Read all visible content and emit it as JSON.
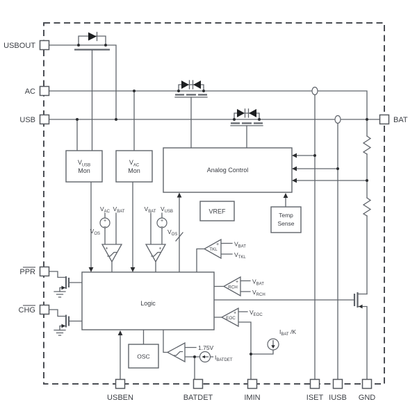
{
  "diagram": {
    "pins": {
      "usbout": "USBOUT",
      "ac": "AC",
      "usb": "USB",
      "ppr": "PPR",
      "chg": "CHG",
      "bat": "BAT",
      "usben": "USBEN",
      "batdet": "BATDET",
      "imin": "IMIN",
      "iset": "ISET",
      "iusb": "IUSB",
      "gnd": "GND"
    },
    "blocks": {
      "vusb_mon": {
        "base": "V",
        "sub": "USB",
        "line2": "Mon"
      },
      "vac_mon": {
        "base": "V",
        "sub": "AC",
        "line2": "Mon"
      },
      "analog_control": "Analog Control",
      "vref": "VREF",
      "temp_sense": {
        "line1": "Temp",
        "line2": "Sense"
      },
      "logic": "Logic",
      "osc": "OSC"
    },
    "comparators": {
      "tkl": "TKL",
      "rch": "RCH",
      "eoc": "EOC"
    },
    "signals": {
      "v_ac": {
        "base": "V",
        "sub": "AC"
      },
      "v_bat": {
        "base": "V",
        "sub": "BAT"
      },
      "v_usb": {
        "base": "V",
        "sub": "USB"
      },
      "v_os": {
        "base": "V",
        "sub": "OS"
      },
      "v_tkl": {
        "base": "V",
        "sub": "TKL"
      },
      "v_rch": {
        "base": "V",
        "sub": "RCH"
      },
      "v_eoc": {
        "base": "V",
        "sub": "EOC"
      },
      "i_batdet": {
        "base": "I",
        "sub": "BATDET"
      },
      "i_bat_k": {
        "base": "I",
        "sub": "BAT",
        "suffix": " /K"
      },
      "ref_1v75": "1.75V",
      "plus": "+",
      "minus": "–"
    },
    "colors": {
      "line": "#5f636a",
      "text": "#3b3e44",
      "border": "#4b4e54",
      "background": "#ffffff"
    }
  }
}
